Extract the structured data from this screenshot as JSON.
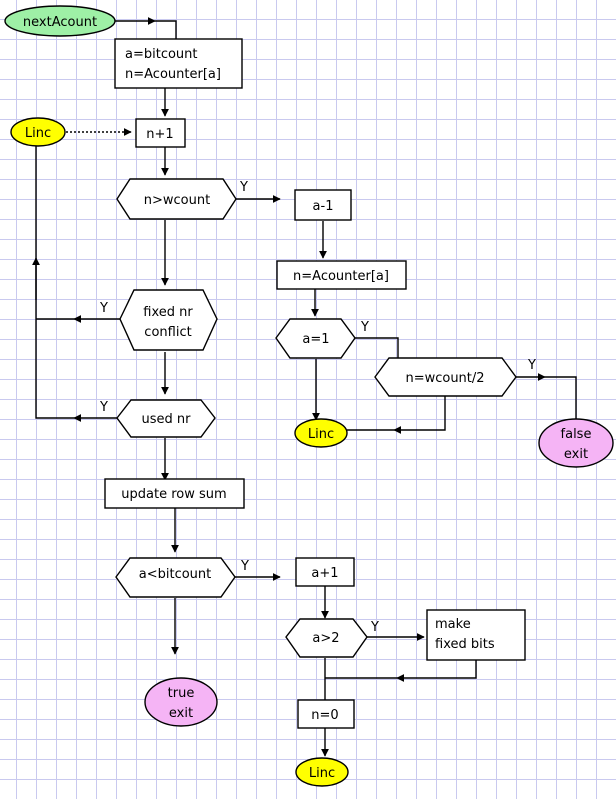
{
  "colors": {
    "start_fill": "#9ef0a6",
    "linc_fill": "#ffff00",
    "exit_fill": "#f5b4f5",
    "grid": "#c9c9ef"
  },
  "nodes": {
    "start": "nextAcount",
    "init_line1": "a=bitcount",
    "init_line2": "n=Acounter[a]",
    "n_plus_1": "n+1",
    "linc_left": "Linc",
    "n_gt_wcount": "n>wcount",
    "a_minus_1": "a-1",
    "n_acounter": "n=Acounter[a]",
    "a_eq_1": "a=1",
    "n_wcount_half": "n=wcount/2",
    "linc_mid": "Linc",
    "false_exit_line1": "false",
    "false_exit_line2": "exit",
    "fixed_nr_line1": "fixed nr",
    "fixed_nr_line2": "conflict",
    "used_nr": "used nr",
    "update_row_sum": "update row sum",
    "a_lt_bitcount": "a<bitcount",
    "a_plus_1": "a+1",
    "a_gt_2": "a>2",
    "make_fixed_line1": "make",
    "make_fixed_line2": "fixed bits",
    "true_exit_line1": "true",
    "true_exit_line2": "exit",
    "n_eq_0": "n=0",
    "linc_bottom": "Linc"
  },
  "labels": {
    "y_n_gt_wcount": "Y",
    "y_fixed_nr": "Y",
    "y_used_nr": "Y",
    "y_a_eq_1": "Y",
    "y_n_wcount_half": "Y",
    "y_a_lt_bitcount": "Y",
    "y_a_gt_2": "Y"
  }
}
